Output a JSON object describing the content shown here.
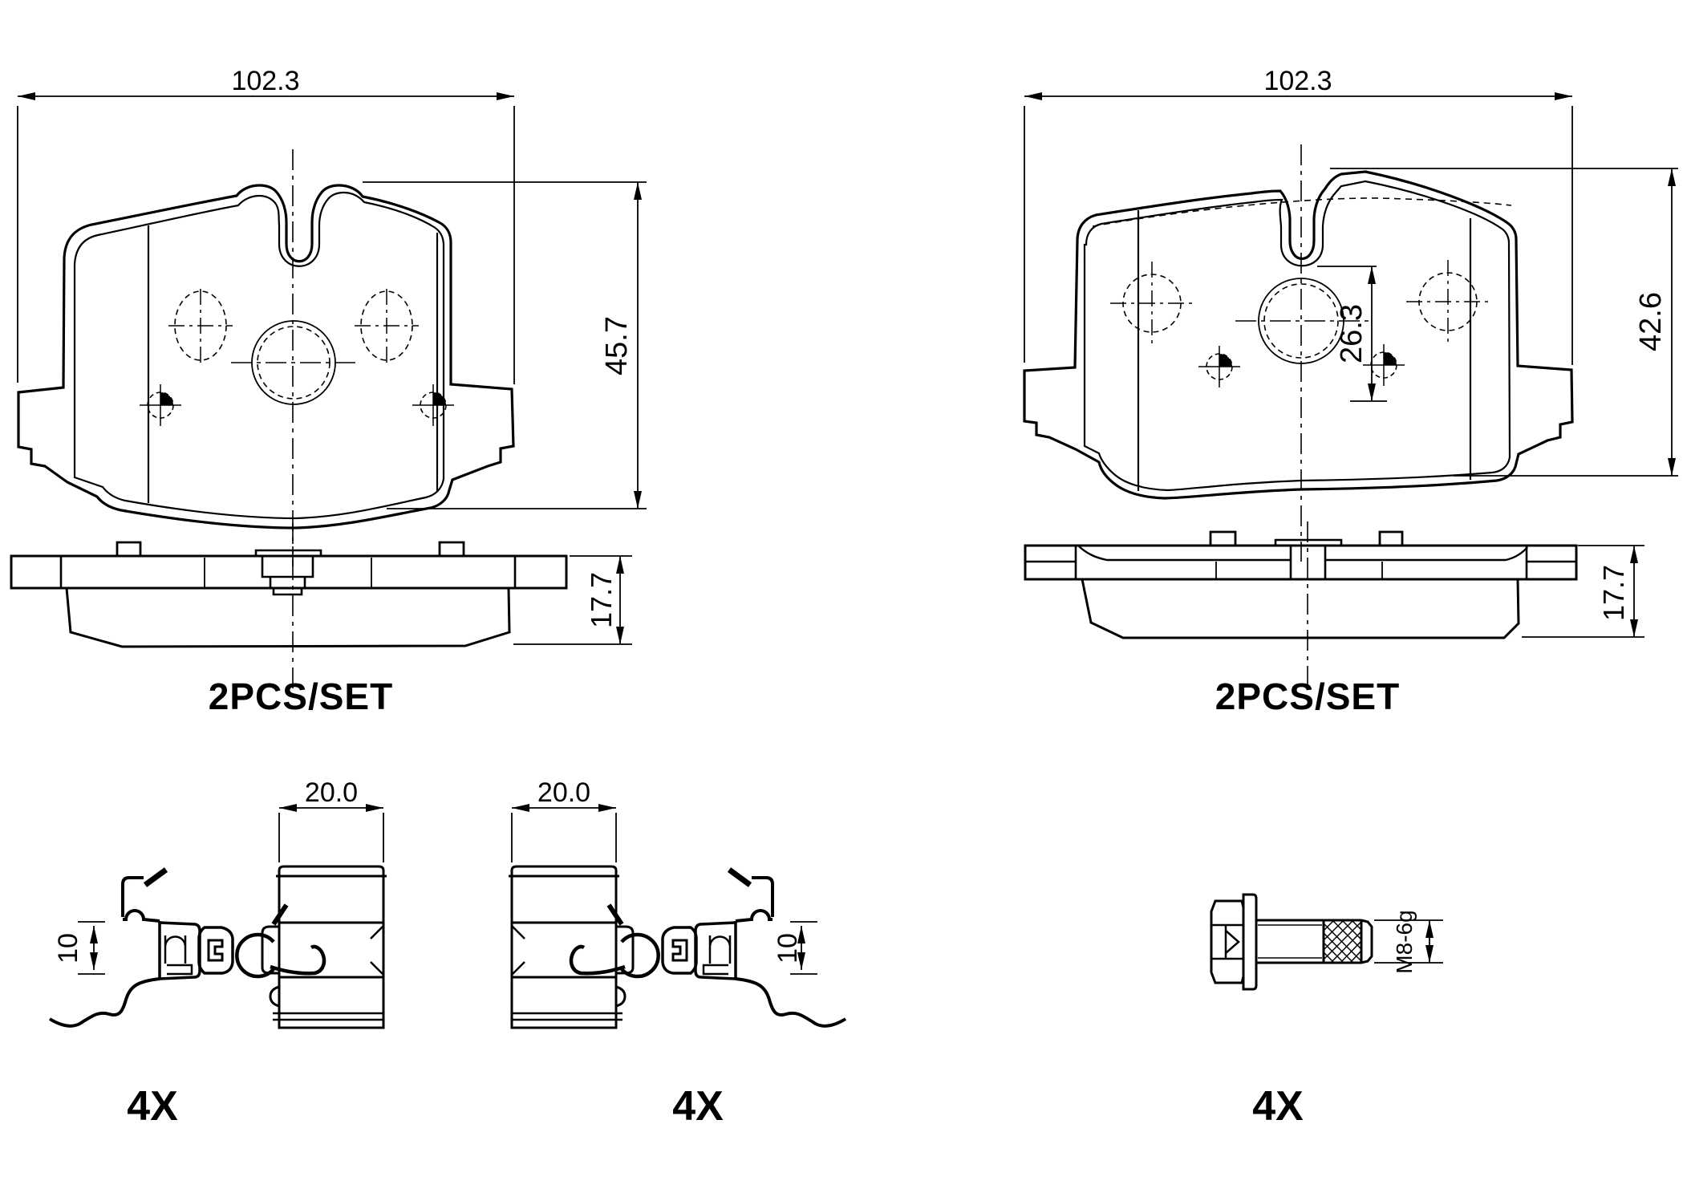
{
  "colors": {
    "line": "#000000",
    "background": "#ffffff"
  },
  "left_pad_group": {
    "width_dim": "102.3",
    "height_dim": "45.7",
    "thickness_dim": "17.7",
    "set_label": "2PCS/SET"
  },
  "right_pad_group": {
    "width_dim": "102.3",
    "height_dim": "42.6",
    "offset_dim": "26.3",
    "thickness_dim": "17.7",
    "set_label": "2PCS/SET"
  },
  "hardware": {
    "clip_left": {
      "width_dim": "20.0",
      "height_dim": "10",
      "quantity": "4X"
    },
    "clip_right": {
      "width_dim": "20.0",
      "height_dim": "10",
      "quantity": "4X"
    },
    "bolt": {
      "thread_label": "M8-6g",
      "quantity": "4X"
    }
  }
}
